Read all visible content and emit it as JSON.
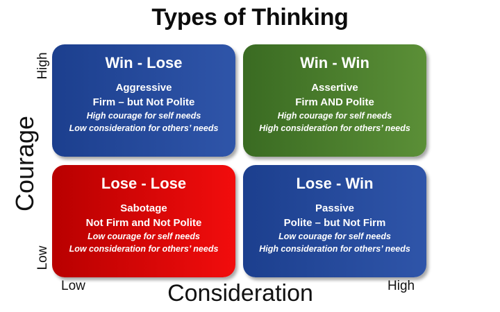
{
  "title": "Types of Thinking",
  "axes": {
    "vertical_label": "Courage",
    "vertical_high": "High",
    "vertical_low": "Low",
    "horizontal_label": "Consideration",
    "horizontal_low": "Low",
    "horizontal_high": "High"
  },
  "quadrants": [
    {
      "heading": "Win - Lose",
      "style": "Aggressive",
      "description": "Firm – but Not Polite",
      "courage_note": "High courage for self needs",
      "consideration_note": "Low consideration for others’ needs",
      "color": "#2a4f9f"
    },
    {
      "heading": "Win - Win",
      "style": "Assertive",
      "description": "Firm AND Polite",
      "courage_note": "High courage for self needs",
      "consideration_note": "High consideration for others’ needs",
      "color": "#4e822d"
    },
    {
      "heading": "Lose - Lose",
      "style": "Sabotage",
      "description": "Not Firm and Not Polite",
      "courage_note": "Low courage for self needs",
      "consideration_note": "Low consideration for others’ needs",
      "color": "#e00808"
    },
    {
      "heading": "Lose - Win",
      "style": "Passive",
      "description": "Polite – but Not Firm",
      "courage_note": "Low courage for self needs",
      "consideration_note": "High consideration for others’ needs",
      "color": "#2a4f9f"
    }
  ]
}
